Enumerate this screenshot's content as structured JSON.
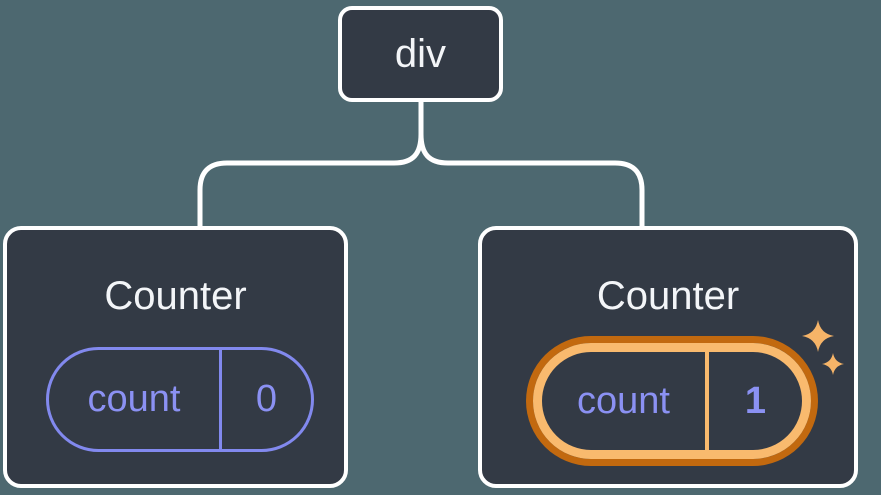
{
  "diagram": {
    "description": "React component tree diagram: a div root element with two Counter children holding separate count state",
    "root": {
      "label": "div"
    },
    "children": [
      {
        "title": "Counter",
        "state": {
          "key": "count",
          "value": "0"
        },
        "highlighted": false
      },
      {
        "title": "Counter",
        "state": {
          "key": "count",
          "value": "1"
        },
        "highlighted": true
      }
    ]
  },
  "colors": {
    "background": "#4d6870",
    "node_fill": "#333a45",
    "node_border": "#ffffff",
    "connector": "#ffffff",
    "title_text": "#f3f5f8",
    "state_accent": "#8289ee",
    "state_text": "#8b91f3",
    "highlight_outer": "#c2690f",
    "highlight_inner": "#f9ba6e",
    "sparkle": "#f6b468"
  }
}
